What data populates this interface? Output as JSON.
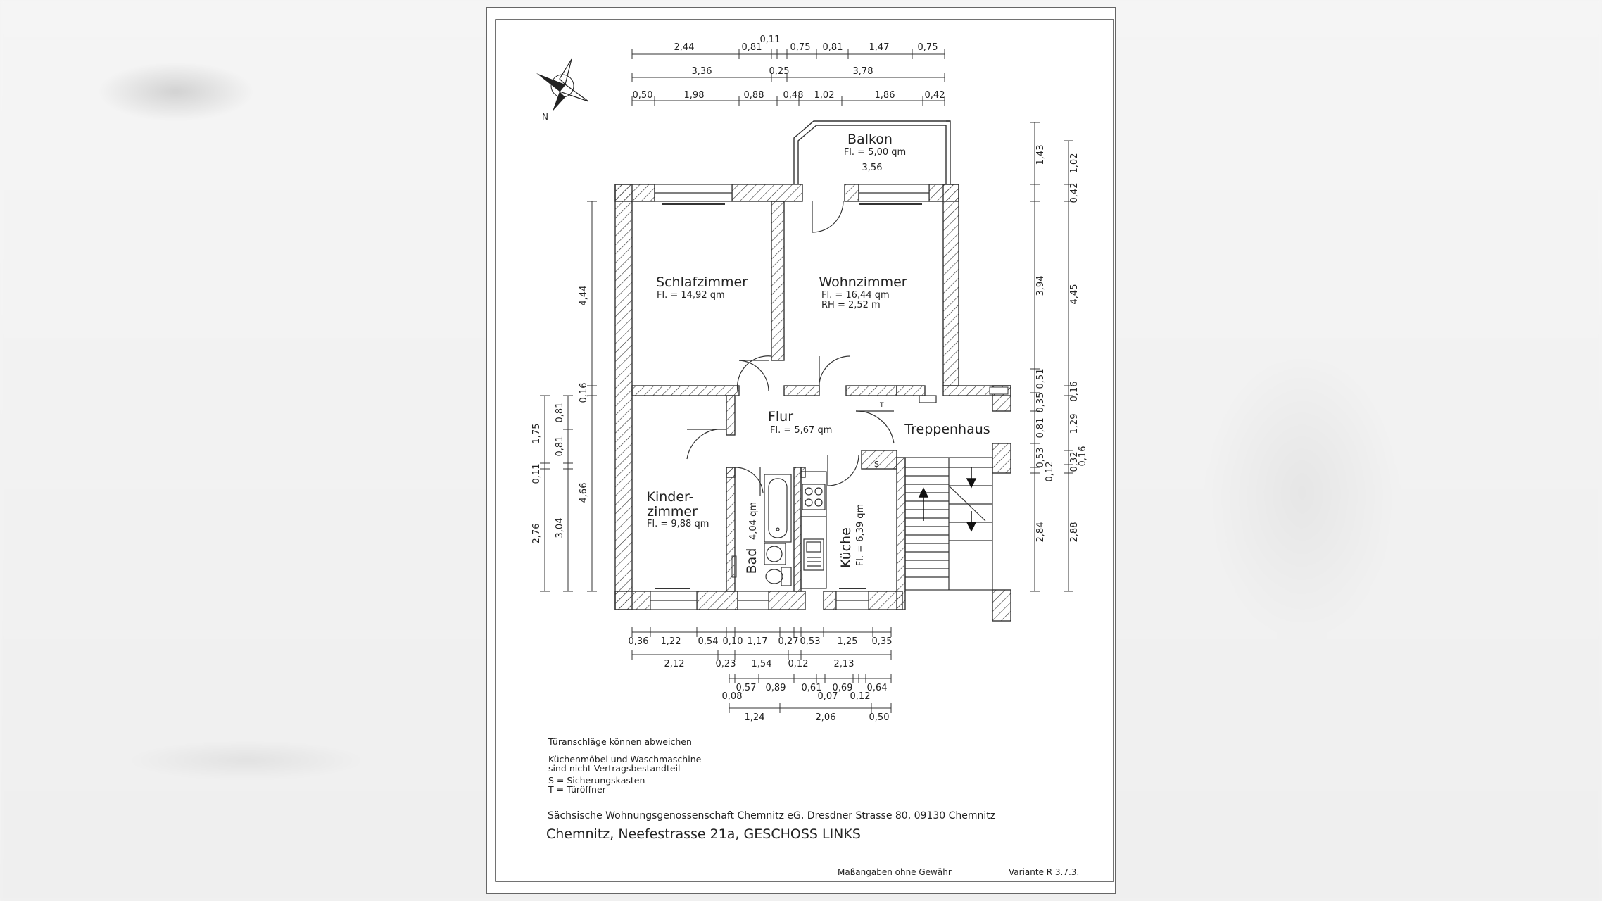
{
  "compass": {
    "north_label": "N"
  },
  "rooms": {
    "balkon": {
      "name": "Balkon",
      "area": "Fl. = 5,00 qm",
      "width": "3,56"
    },
    "schlafzimmer": {
      "name": "Schlafzimmer",
      "area": "Fl. = 14,92 qm"
    },
    "wohnzimmer": {
      "name": "Wohnzimmer",
      "area": "Fl. = 16,44 qm",
      "height": "RH = 2,52 m"
    },
    "flur": {
      "name": "Flur",
      "area": "Fl. = 5,67 qm"
    },
    "treppenhaus": {
      "name": "Treppenhaus"
    },
    "kinderzimmer": {
      "name_line1": "Kinder-",
      "name_line2": "zimmer",
      "area": "Fl. = 9,88 qm"
    },
    "bad": {
      "name": "Bad",
      "area": "4,04 qm"
    },
    "kueche": {
      "name": "Küche",
      "area": "Fl. = 6,39 qm"
    }
  },
  "markers": {
    "s": "S",
    "t": "T"
  },
  "dimensions": {
    "top_row1": [
      "2,44",
      "0,81",
      "0,11",
      "0,75",
      "0,81",
      "1,47",
      "0,75"
    ],
    "top_row2": [
      "3,36",
      "0,25",
      "3,78"
    ],
    "top_row3": [
      "0,50",
      "1,98",
      "0,88",
      "0,48",
      "1,02",
      "1,86",
      "0,42"
    ],
    "left_a": [
      "4,44",
      "0,16",
      "4,66"
    ],
    "left_b": [
      "0,81",
      "0,81",
      "3,04"
    ],
    "left_c": [
      "1,75",
      "0,11",
      "2,76"
    ],
    "right_a": [
      "1,43",
      "3,94",
      "0,51",
      "0,35",
      "0,81",
      "0,53",
      "0,12",
      "2,84"
    ],
    "right_b": [
      "1,02",
      "0,42",
      "4,45",
      "0,16",
      "1,29",
      "0,32",
      "0,16",
      "2,88"
    ],
    "bottom_row1": [
      "0,36",
      "1,22",
      "0,54",
      "0,10",
      "1,17",
      "0,27",
      "0,53",
      "1,25",
      "0,35"
    ],
    "bottom_row2": [
      "2,12",
      "0,23",
      "1,54",
      "0,12",
      "2,13"
    ],
    "bottom_row3": [
      "0,57",
      "0,89",
      "0,61",
      "0,69",
      "0,64"
    ],
    "bottom_row3b": [
      "0,08",
      "0,07",
      "0,12"
    ],
    "bottom_row4": [
      "1,24",
      "2,06",
      "0,50"
    ]
  },
  "notes": {
    "line1": "Türanschläge können abweichen",
    "line2": "Küchenmöbel und Waschmaschine",
    "line3": "sind nicht Vertragsbestandteil",
    "line4": "S = Sicherungskasten",
    "line5": "T = Türöffner"
  },
  "footer": {
    "company": "Sächsische Wohnungsgenossenschaft Chemnitz eG, Dresdner Strasse 80, 09130 Chemnitz",
    "address": "Chemnitz, Neefestrasse 21a, GESCHOSS LINKS",
    "disclaimer": "Maßangaben ohne Gewähr",
    "variant": "Variante R 3.7.3."
  }
}
